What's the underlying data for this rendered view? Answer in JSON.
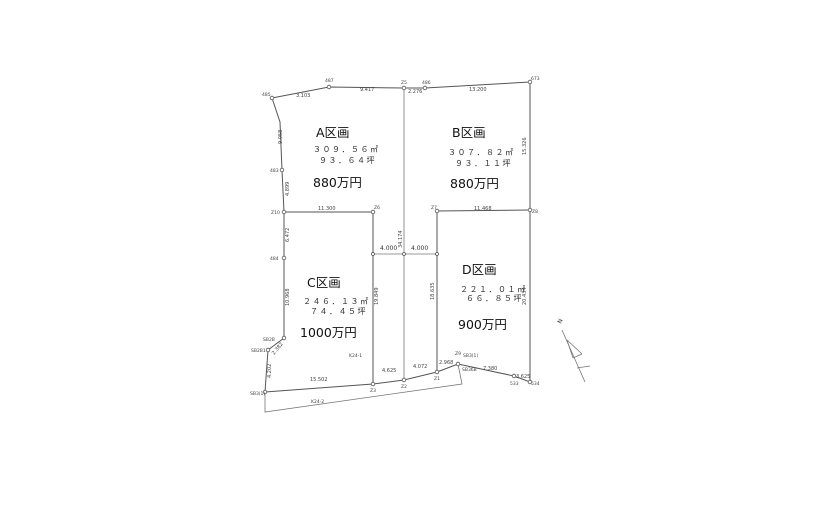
{
  "lots": [
    {
      "name": "A区画",
      "area_m2": "３０９．５６㎡",
      "area_tsubo": "９３．６４坪",
      "price": "880万円"
    },
    {
      "name": "B区画",
      "area_m2": "３０７．８２㎡",
      "area_tsubo": "９３．１１坪",
      "price": "880万円"
    },
    {
      "name": "C区画",
      "area_m2": "２４６．１３㎡",
      "area_tsubo": "７４．４５坪",
      "price": "1000万円"
    },
    {
      "name": "D区画",
      "area_m2": "２２１．０１㎡",
      "area_tsubo": "６６．８５坪",
      "price": "900万円"
    }
  ],
  "road": {
    "width_left": "4.000",
    "width_right": "4.000",
    "center_length": "34.174"
  },
  "points": {
    "p485": "485",
    "p487": "487",
    "z5": "Z5",
    "p486": "486",
    "p673": "673",
    "p483": "483",
    "z10": "Z10",
    "z6": "Z6",
    "z7": "Z7",
    "z8": "Z8",
    "p484": "484",
    "sb2b": "SB2B",
    "sb2b1": "SB2B1",
    "sb3": "SB3(1)",
    "k24_1": "K24-1",
    "k24_2": "K24-2",
    "z3": "Z3",
    "z2": "Z2",
    "z1": "Z1",
    "z9": "Z9",
    "sb36": "SB36B",
    "sb3t": "SB3(1)",
    "p533": "533",
    "p534": "534"
  },
  "dims": {
    "top1": "3.103",
    "top2": "9.417",
    "top3": "2.276",
    "top4": "13.200",
    "leftA": "9.058",
    "leftA2": "4.899",
    "leftC1": "6.472",
    "leftC2": "10.968",
    "leftC3": "4.202",
    "midA": "11.300",
    "midB": "11.468",
    "rightB": "15.326",
    "rightD": "20.434",
    "cInner": "19.849",
    "dInner": "18.635",
    "bottom1": "15.502",
    "bottom2": "4.625",
    "bottom3": "4.072",
    "bottom4": "2.968",
    "bottom5": "7.380",
    "bottom6": "3.625",
    "sb": "2.382"
  },
  "compass": "N"
}
